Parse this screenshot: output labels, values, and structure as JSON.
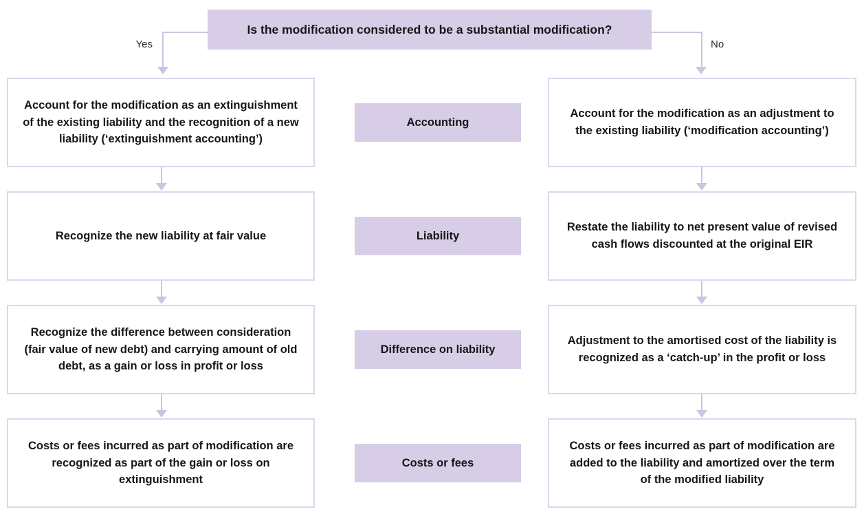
{
  "title": "Is the modification considered to be a substantial modification?",
  "branches": {
    "yes_label": "Yes",
    "no_label": "No"
  },
  "rows": [
    {
      "category": "Accounting",
      "yes": "Account for the modification as an extinguishment of the existing liability and the recognition of a new liability (‘extinguishment accounting’)",
      "no": "Account for the modification as an adjustment to the existing liability (‘modification accounting’)"
    },
    {
      "category": "Liability",
      "yes": "Recognize the new liability at fair value",
      "no": "Restate the liability to net present value of revised cash flows discounted at the original EIR"
    },
    {
      "category": "Difference on liability",
      "yes": "Recognize the difference between consideration (fair value of new debt) and carrying amount of old debt, as a gain or loss in profit or loss",
      "no": "Adjustment to the amortised cost of the liability is recognized as a ‘catch-up’ in the profit or loss"
    },
    {
      "category": "Costs or fees",
      "yes": "Costs or fees incurred as part of modification are recognized as part of the gain or loss on extinguishment",
      "no": "Costs or fees incurred as part of modification are added to the liability and amortized over the term of the modified liability"
    }
  ],
  "colors": {
    "purple_fill": "#d7cde6",
    "box_border": "#ddd6ec",
    "connector": "#cec3e0",
    "text": "#161616"
  }
}
